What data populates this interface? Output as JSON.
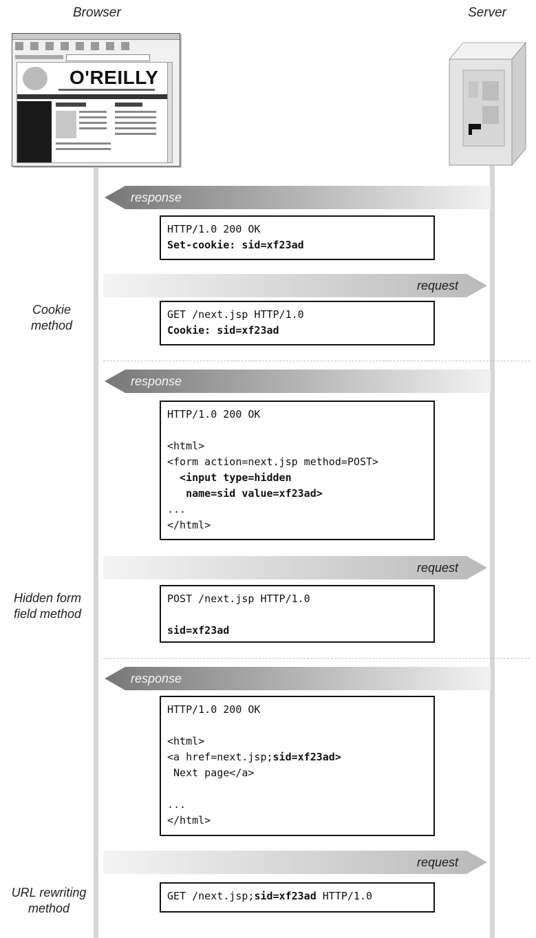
{
  "columns": {
    "browser": "Browser",
    "server": "Server"
  },
  "browser_thumbnail": {
    "logo_text": "O'REILLY"
  },
  "arrows": [
    {
      "direction": "left",
      "label": "response"
    },
    {
      "direction": "right",
      "label": "request"
    },
    {
      "direction": "left",
      "label": "response"
    },
    {
      "direction": "right",
      "label": "request"
    },
    {
      "direction": "left",
      "label": "response"
    },
    {
      "direction": "right",
      "label": "request"
    }
  ],
  "methods": [
    {
      "line1": "Cookie",
      "line2": "method"
    },
    {
      "line1": "Hidden form",
      "line2": "field method"
    },
    {
      "line1": "URL rewriting",
      "line2": "method"
    }
  ],
  "messages": [
    {
      "lines": [
        [
          {
            "t": "HTTP/1.0 200 OK",
            "b": false
          }
        ],
        [
          {
            "t": "Set-cookie: sid=xf23ad",
            "b": true
          }
        ]
      ]
    },
    {
      "lines": [
        [
          {
            "t": "GET /next.jsp HTTP/1.0",
            "b": false
          }
        ],
        [
          {
            "t": "Cookie: sid=xf23ad",
            "b": true
          }
        ]
      ]
    },
    {
      "lines": [
        [
          {
            "t": "HTTP/1.0 200 OK",
            "b": false
          }
        ],
        [
          {
            "t": "",
            "b": false
          }
        ],
        [
          {
            "t": "<html>",
            "b": false
          }
        ],
        [
          {
            "t": "<form action=next.jsp method=POST>",
            "b": false
          }
        ],
        [
          {
            "t": "  <input type=hidden",
            "b": true
          }
        ],
        [
          {
            "t": "   name=sid value=xf23ad>",
            "b": true
          }
        ],
        [
          {
            "t": "...",
            "b": false
          }
        ],
        [
          {
            "t": "</html>",
            "b": false
          }
        ]
      ]
    },
    {
      "lines": [
        [
          {
            "t": "POST /next.jsp HTTP/1.0",
            "b": false
          }
        ],
        [
          {
            "t": "",
            "b": false
          }
        ],
        [
          {
            "t": "sid=xf23ad",
            "b": true
          }
        ]
      ]
    },
    {
      "lines": [
        [
          {
            "t": "HTTP/1.0 200 OK",
            "b": false
          }
        ],
        [
          {
            "t": "",
            "b": false
          }
        ],
        [
          {
            "t": "<html>",
            "b": false
          }
        ],
        [
          {
            "t": "<a href=next.jsp;",
            "b": false
          },
          {
            "t": "sid=xf23ad>",
            "b": true
          }
        ],
        [
          {
            "t": " Next page</a>",
            "b": false
          }
        ],
        [
          {
            "t": "",
            "b": false
          }
        ],
        [
          {
            "t": "...",
            "b": false
          }
        ],
        [
          {
            "t": "</html>",
            "b": false
          }
        ]
      ]
    },
    {
      "lines": [
        [
          {
            "t": "GET /next.jsp;",
            "b": false
          },
          {
            "t": "sid=xf23ad",
            "b": true
          },
          {
            "t": " HTTP/1.0",
            "b": false
          }
        ]
      ]
    }
  ]
}
